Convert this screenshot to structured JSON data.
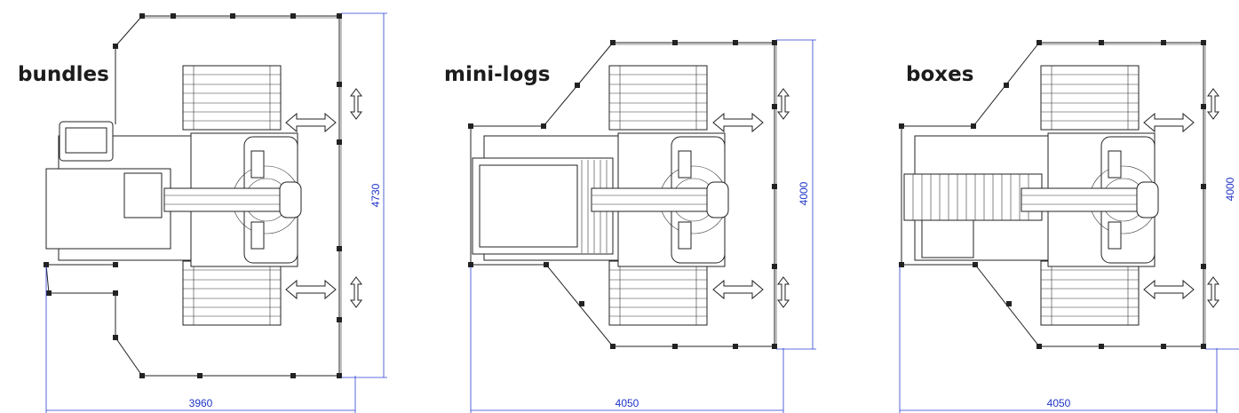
{
  "layouts": [
    {
      "label": "bundles",
      "width_dim": "3960",
      "height_dim": "4730"
    },
    {
      "label": "mini-logs",
      "width_dim": "4050",
      "height_dim": "4000"
    },
    {
      "label": "boxes",
      "width_dim": "4050",
      "height_dim": "4000"
    }
  ],
  "colors": {
    "dimension": "#1f35c8",
    "drawing": "#222222",
    "label": "#1c1c1c"
  }
}
